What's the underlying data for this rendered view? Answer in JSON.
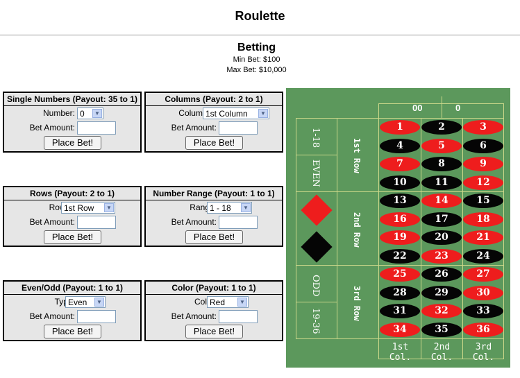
{
  "page": {
    "title": "Roulette"
  },
  "betting": {
    "title": "Betting",
    "min_bet": "Min Bet: $100",
    "max_bet": "Max Bet: $10,000"
  },
  "panels": {
    "single_numbers": {
      "header": "Single Numbers (Payout: 35 to 1)",
      "field_label": "Number:",
      "selected": "0",
      "amount_label": "Bet Amount:",
      "button": "Place Bet!"
    },
    "columns": {
      "header": "Columns (Payout: 2 to 1)",
      "field_label": "Column #:",
      "selected": "1st Column",
      "amount_label": "Bet Amount:",
      "button": "Place Bet!"
    },
    "rows": {
      "header": "Rows (Payout: 2 to 1)",
      "field_label": "Row #:",
      "selected": "1st Row",
      "amount_label": "Bet Amount:",
      "button": "Place Bet!"
    },
    "number_range": {
      "header": "Number Range (Payout: 1 to 1)",
      "field_label": "Range:",
      "selected": "1 - 18",
      "amount_label": "Bet Amount:",
      "button": "Place Bet!"
    },
    "even_odd": {
      "header": "Even/Odd (Payout: 1 to 1)",
      "field_label": "Type:",
      "selected": "Even",
      "amount_label": "Bet Amount:",
      "button": "Place Bet!"
    },
    "color": {
      "header": "Color (Payout: 1 to 1)",
      "field_label": "Color:",
      "selected": "Red",
      "amount_label": "Bet Amount:",
      "button": "Place Bet!"
    }
  },
  "board": {
    "zeros": [
      "00",
      "0"
    ],
    "side_labels": [
      "1-18",
      "EVEN",
      "ODD",
      "19-36"
    ],
    "dozens": [
      "1st Row",
      "2nd Row",
      "3rd Row"
    ],
    "columns": [
      "1st Col.",
      "2nd Col.",
      "3rd Col."
    ],
    "numbers": [
      {
        "n": "1",
        "c": "red"
      },
      {
        "n": "2",
        "c": "black"
      },
      {
        "n": "3",
        "c": "red"
      },
      {
        "n": "4",
        "c": "black"
      },
      {
        "n": "5",
        "c": "red"
      },
      {
        "n": "6",
        "c": "black"
      },
      {
        "n": "7",
        "c": "red"
      },
      {
        "n": "8",
        "c": "black"
      },
      {
        "n": "9",
        "c": "red"
      },
      {
        "n": "10",
        "c": "black"
      },
      {
        "n": "11",
        "c": "black"
      },
      {
        "n": "12",
        "c": "red"
      },
      {
        "n": "13",
        "c": "black"
      },
      {
        "n": "14",
        "c": "red"
      },
      {
        "n": "15",
        "c": "black"
      },
      {
        "n": "16",
        "c": "red"
      },
      {
        "n": "17",
        "c": "black"
      },
      {
        "n": "18",
        "c": "red"
      },
      {
        "n": "19",
        "c": "red"
      },
      {
        "n": "20",
        "c": "black"
      },
      {
        "n": "21",
        "c": "red"
      },
      {
        "n": "22",
        "c": "black"
      },
      {
        "n": "23",
        "c": "red"
      },
      {
        "n": "24",
        "c": "black"
      },
      {
        "n": "25",
        "c": "red"
      },
      {
        "n": "26",
        "c": "black"
      },
      {
        "n": "27",
        "c": "red"
      },
      {
        "n": "28",
        "c": "black"
      },
      {
        "n": "29",
        "c": "black"
      },
      {
        "n": "30",
        "c": "red"
      },
      {
        "n": "31",
        "c": "black"
      },
      {
        "n": "32",
        "c": "red"
      },
      {
        "n": "33",
        "c": "black"
      },
      {
        "n": "34",
        "c": "red"
      },
      {
        "n": "35",
        "c": "black"
      },
      {
        "n": "36",
        "c": "red"
      }
    ],
    "colors": {
      "felt": "#5c985c",
      "red": "#ee1d1d",
      "black": "#050505",
      "lines": "#ccd88a"
    }
  }
}
